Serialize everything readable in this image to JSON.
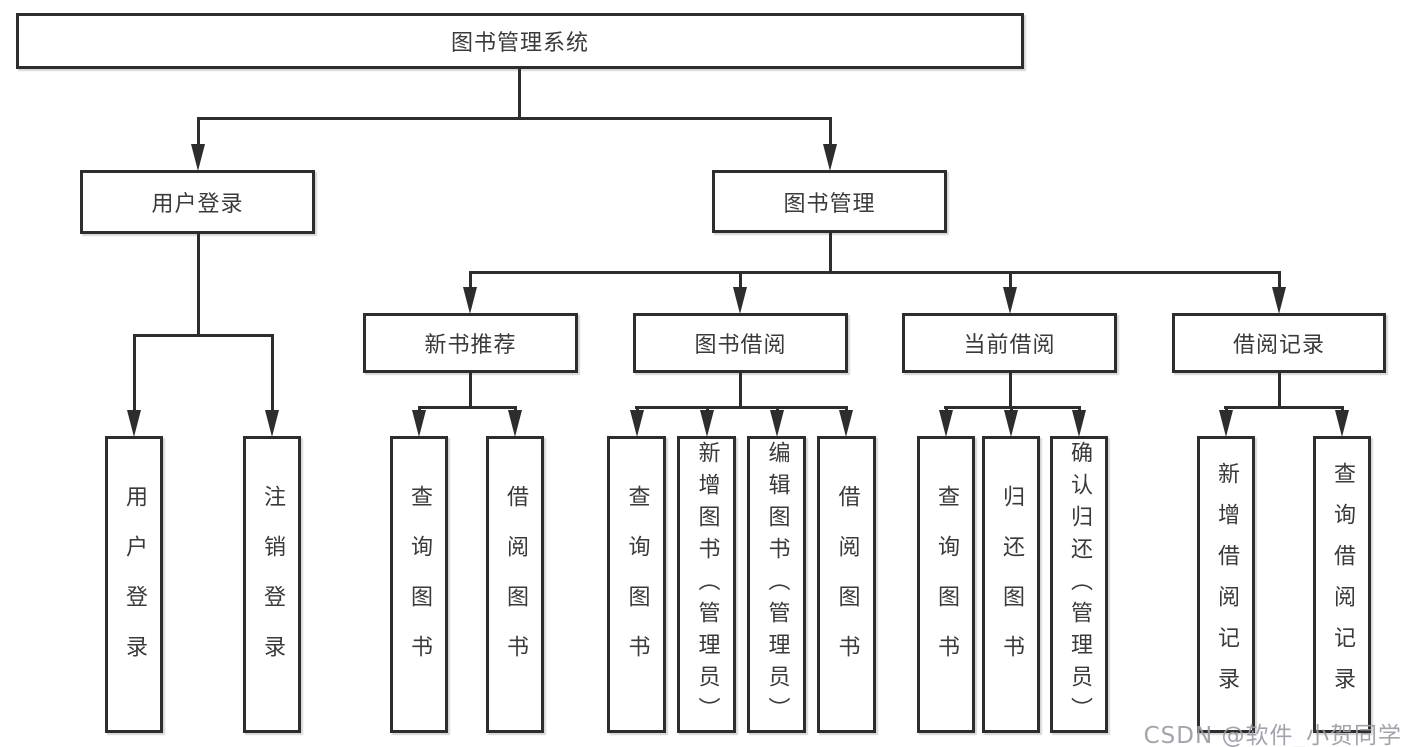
{
  "meta": {
    "diagram_type": "hierarchy-tree",
    "background_color": "#ffffff",
    "line_color": "#2d2d2d",
    "box_border_color": "#2d2d2d",
    "text_color": "#3a3a3a",
    "watermark_color": "#9a9ca6"
  },
  "tree": {
    "root": {
      "label": "图书管理系统"
    },
    "branches": [
      {
        "label": "用户登录",
        "children": [
          {
            "label": "用户登录"
          },
          {
            "label": "注销登录"
          }
        ]
      },
      {
        "label": "图书管理",
        "children": [
          {
            "label": "新书推荐",
            "children": [
              {
                "label": "查询图书"
              },
              {
                "label": "借阅图书"
              }
            ]
          },
          {
            "label": "图书借阅",
            "children": [
              {
                "label": "查询图书"
              },
              {
                "label": "新增图书（管理员）"
              },
              {
                "label": "编辑图书（管理员）"
              },
              {
                "label": "借阅图书"
              }
            ]
          },
          {
            "label": "当前借阅",
            "children": [
              {
                "label": "查询图书"
              },
              {
                "label": "归还图书"
              },
              {
                "label": "确认归还（管理员）"
              }
            ]
          },
          {
            "label": "借阅记录",
            "children": [
              {
                "label": "新增借阅记录"
              },
              {
                "label": "查询借阅记录"
              }
            ]
          }
        ]
      }
    ]
  },
  "watermark": {
    "text": "CSDN @软件_小贺同学"
  }
}
